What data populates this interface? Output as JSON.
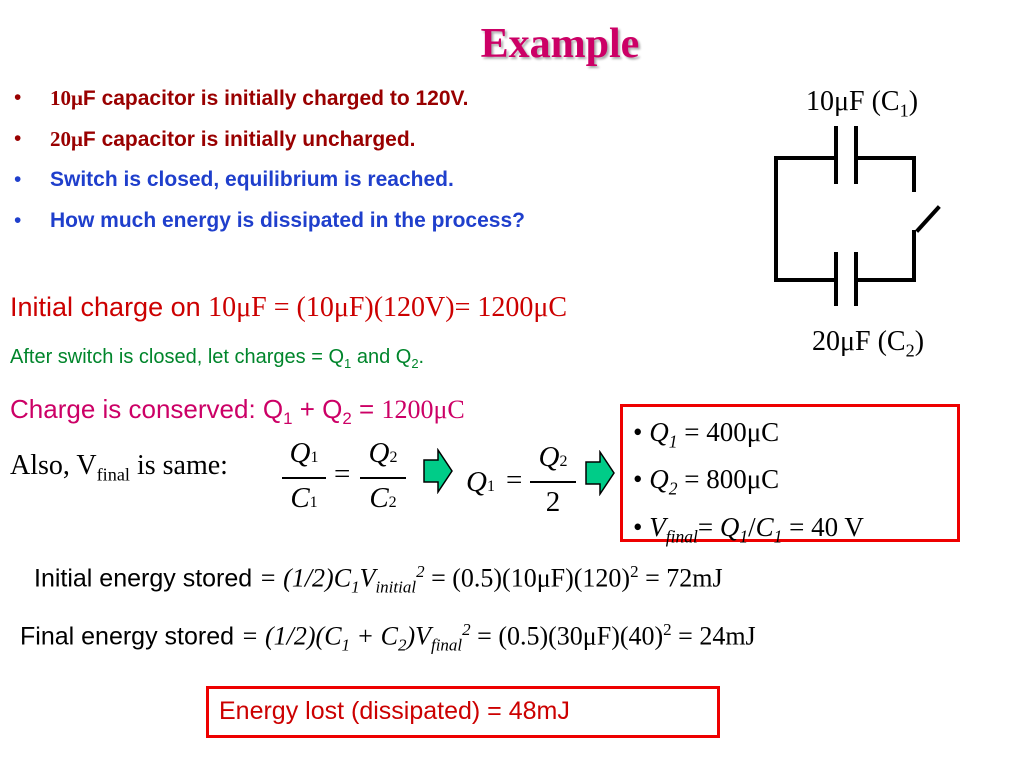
{
  "title": "Example",
  "bullets": [
    {
      "value": "10μ",
      "text": "F capacitor is initially charged to 120V."
    },
    {
      "value": "20μ",
      "text": "F capacitor is initially uncharged."
    },
    {
      "text": "Switch is closed, equilibrium is reached."
    },
    {
      "text": "How much energy is dissipated in the process?"
    }
  ],
  "circuit": {
    "c1_label": "10μF (C",
    "c1_sub": "1",
    "c2_label": "20μF (C",
    "c2_sub": "2",
    "close_paren": ")"
  },
  "initial_charge": {
    "label": "Initial charge on ",
    "expr": "10μF = (10μF)(120V)= 1200μC"
  },
  "after_switch": {
    "text": "After switch is closed, let charges = Q",
    "and": " and Q",
    "s1": "1",
    "s2": "2",
    "end": "."
  },
  "conserved": {
    "label": "Charge is conserved: Q",
    "s1": "1",
    "plus": " + Q",
    "s2": "2",
    "eq": " = ",
    "value": "1200μC"
  },
  "also": {
    "text": "Also, V",
    "sub": "final",
    "rest": " is same:"
  },
  "eq1": {
    "num_left": "Q",
    "num_left_sub": "1",
    "den_left": "C",
    "den_left_sub": "1",
    "equals": "=",
    "num_right": "Q",
    "num_right_sub": "2",
    "den_right": "C",
    "den_right_sub": "2"
  },
  "eq2": {
    "lhs": "Q",
    "lhs_sub": "1",
    "equals": "=",
    "num": "Q",
    "num_sub": "2",
    "den": "2"
  },
  "answers": [
    {
      "sym": "Q",
      "sub": "1",
      "val": " = 400μC"
    },
    {
      "sym": "Q",
      "sub": "2",
      "val": " = 800μC"
    },
    {
      "sym": "V",
      "sub": "final",
      "val": "= ",
      "sym2": "Q",
      "sub2": "1",
      "slash": "/",
      "sym3": "C",
      "sub3": "1",
      "val2": " = 40 V"
    }
  ],
  "initial_energy": {
    "label": "Initial energy stored ",
    "expr_a": "= (1/2)C",
    "s1": "1",
    "expr_b": "V",
    "sub_init": "initial",
    "sq": "2",
    "expr_c": " = (0.5)(10μF)(120)",
    "sq2": "2",
    "result": " = 72mJ"
  },
  "final_energy": {
    "label": "Final energy stored ",
    "expr_a": "= (1/2)(C",
    "s1": "1",
    "plus": " + C",
    "s2": "2",
    "expr_b": ")V",
    "sub_final": "final",
    "sq": "2",
    "expr_c": " = (0.5)(30μF)(40)",
    "sq2": "2",
    "result": " = 24mJ"
  },
  "energy_lost": "Energy lost (dissipated) = 48mJ",
  "colors": {
    "title": "#cc0066",
    "dark_red": "#990000",
    "blue": "#1f3fcc",
    "red": "#cc0000",
    "green": "#00852b",
    "box": "#ee0000",
    "arrow": "#00cc88"
  }
}
